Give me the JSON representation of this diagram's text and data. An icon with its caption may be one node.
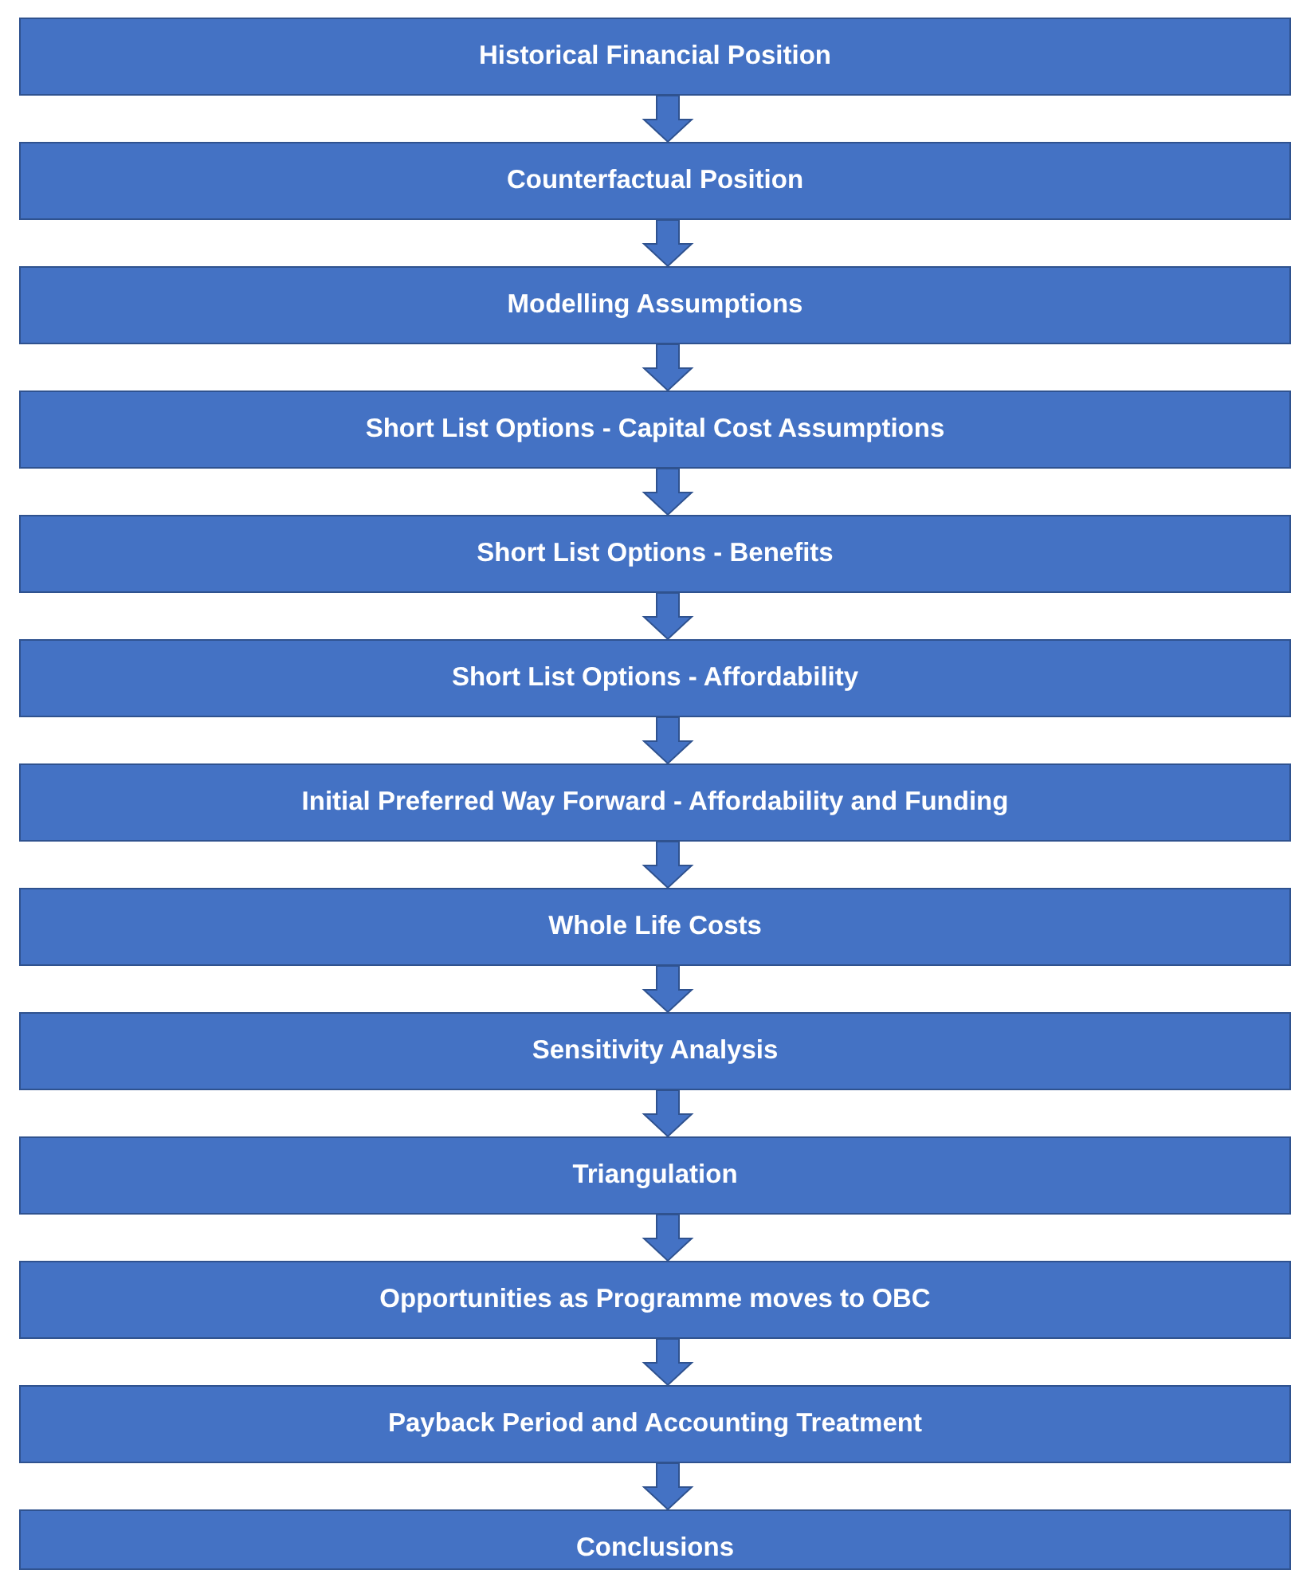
{
  "diagram": {
    "nodes": [
      {
        "text": [
          "Historical Financial Position"
        ]
      },
      {
        "text": [
          "Counterfactual Position"
        ]
      },
      {
        "text": [
          "Modelling Assumptions"
        ]
      },
      {
        "text": [
          "Short List Options - Capital Cost Assumptions"
        ]
      },
      {
        "text": [
          "Short List Options - Benefits"
        ]
      },
      {
        "text": [
          "Short List Options - Affordability"
        ]
      },
      {
        "text": [
          "Initial Preferred Way Forward - Affordability and Funding"
        ]
      },
      {
        "text": [
          "Whole Life Costs"
        ]
      },
      {
        "text": [
          "Sensitivity Analysis"
        ]
      },
      {
        "text": [
          "Triangulation"
        ]
      },
      {
        "text": [
          "Opportunities as Programme moves to OBC"
        ]
      },
      {
        "text": [
          "Payback Period and Accounting Treatment"
        ]
      },
      {
        "text": [
          "Conclusions"
        ]
      }
    ],
    "edges": [
      {
        "from": 0,
        "to": 1,
        "arrow": "to"
      },
      {
        "from": 1,
        "to": 2,
        "arrow": "to"
      },
      {
        "from": 2,
        "to": 3,
        "arrow": "to"
      },
      {
        "from": 3,
        "to": 4,
        "arrow": "to"
      },
      {
        "from": 4,
        "to": 5,
        "arrow": "to"
      },
      {
        "from": 5,
        "to": 6,
        "arrow": "to"
      },
      {
        "from": 6,
        "to": 7,
        "arrow": "to"
      },
      {
        "from": 7,
        "to": 8,
        "arrow": "to"
      },
      {
        "from": 8,
        "to": 9,
        "arrow": "to"
      },
      {
        "from": 9,
        "to": 10,
        "arrow": "to"
      },
      {
        "from": 10,
        "to": 11,
        "arrow": "to"
      },
      {
        "from": 11,
        "to": 12,
        "arrow": "to"
      }
    ]
  }
}
